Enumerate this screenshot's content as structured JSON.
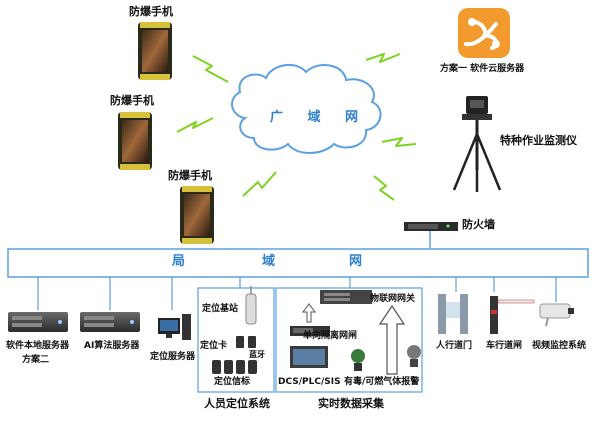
{
  "cloud": {
    "label": "广 域 网"
  },
  "phones": [
    {
      "label": "防爆手机"
    },
    {
      "label": "防爆手机"
    },
    {
      "label": "防爆手机"
    }
  ],
  "cloud_server": {
    "label": "方案一 软件云服务器"
  },
  "monitor": {
    "label": "特种作业监测仪"
  },
  "firewall": {
    "label": "防火墙"
  },
  "lan": {
    "chars": [
      "局",
      "域",
      "网"
    ]
  },
  "servers": {
    "local": {
      "line1": "软件本地服务器",
      "line2": "方案二"
    },
    "ai": {
      "label": "AI算法服务器"
    },
    "positioning": {
      "label": "定位服务器"
    }
  },
  "personnel": {
    "base_station": "定位基站",
    "card": "定位卡",
    "bluetooth": "蓝牙",
    "beacon": "定位信标",
    "title": "人员定位系统"
  },
  "realtime": {
    "iot_gateway": "物联网网关",
    "isolation": "单向隔离网闸",
    "dcs": "DCS/PLC/SIS",
    "gas": "有毒/可燃气体报警",
    "title": "实时数据采集"
  },
  "devices": {
    "pedestrian_gate": "人行道门",
    "vehicle_gate": "车行道闸",
    "video": "视频监控系统"
  },
  "colors": {
    "accent": "#2f7fcf",
    "lightning": "#7ed321",
    "cloud_stroke": "#5aa0e0"
  }
}
